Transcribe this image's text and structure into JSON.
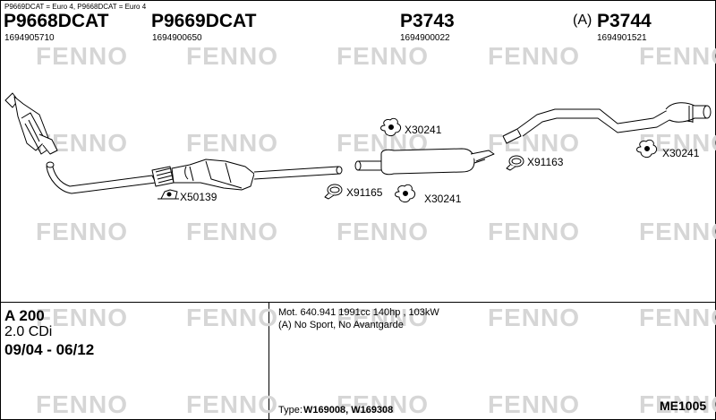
{
  "header": {
    "note": "P9669DCAT = Euro 4, P9668DCAT = Euro 4"
  },
  "parts": [
    {
      "code": "P9668DCAT",
      "number": "1694905710"
    },
    {
      "code": "P9669DCAT",
      "number": "1694900650"
    },
    {
      "code": "P3743",
      "number": "1694900022"
    },
    {
      "code": "P3744",
      "number": "1694901521",
      "prefix": "(A)"
    }
  ],
  "fittings": {
    "x30241_a": "X30241",
    "x91163": "X91163",
    "x30241_b": "X30241",
    "x50139": "X50139",
    "x91165": "X91165",
    "x30241_c": "X30241"
  },
  "watermark": "FENNO",
  "vehicle": {
    "model": "A 200",
    "engine": "2.0 CDi",
    "years": "09/04 - 06/12"
  },
  "details": {
    "motor": "Mot. 640.941 1991cc 140hp , 103kW",
    "note": "(A) No Sport, No Avantgarde",
    "type_label": "Type:",
    "type_value": "W169008, W169308"
  },
  "ref": "ME1005"
}
